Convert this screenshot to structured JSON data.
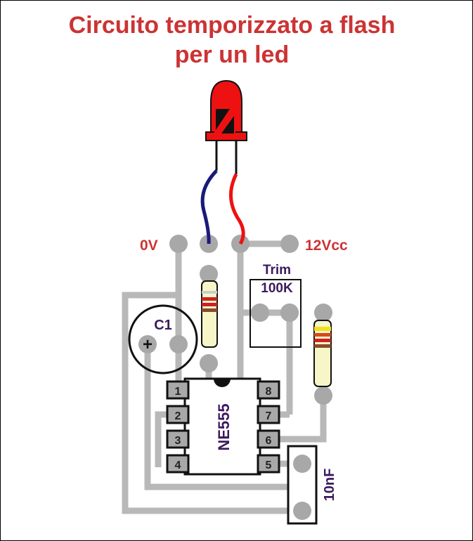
{
  "title": {
    "line1": "Circuito temporizzato a flash",
    "line2": "per un led"
  },
  "labels": {
    "ground": "0V",
    "supply": "12Vcc",
    "trimmer_line1": "Trim",
    "trimmer_line2": "100K",
    "capacitor_c1": "C1",
    "capacitor_plus": "+",
    "ic": "NE555",
    "capacitor_10nf": "10nF"
  },
  "ic_pins": [
    "1",
    "2",
    "3",
    "4",
    "8",
    "7",
    "6",
    "5"
  ],
  "colors": {
    "title": "#cc3333",
    "label_red": "#cc3333",
    "label_purple": "#3a1a5e",
    "track": "#b8b8b8",
    "pad": "#a8a8a8",
    "led_red": "#ee1111",
    "wire_blue": "#1a1a7a",
    "wire_red": "#ee1111"
  }
}
